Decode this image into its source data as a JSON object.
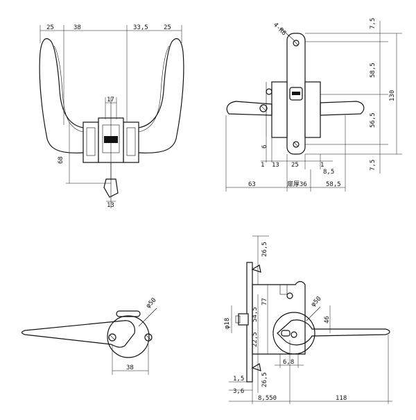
{
  "views": {
    "front": {
      "top_dims": [
        "25",
        "38",
        "33,5",
        "25"
      ],
      "center_dim": "17",
      "side_dim": "68",
      "bottom_dim": "13"
    },
    "side": {
      "screw_note": "4-R6",
      "top_dims": [
        "7,5",
        "58,5",
        "56,5",
        "7,5"
      ],
      "total_dim": "130",
      "small_dims": [
        "6",
        "1",
        "13",
        "25",
        "1",
        "8,5"
      ],
      "bottom_dims": [
        "63",
        "扉厚36",
        "58,5"
      ]
    },
    "lever": {
      "rose_dim": "φ50",
      "bottom_dim": "38"
    },
    "lock": {
      "top_dim": "26,5",
      "rose_dim": "φ50",
      "dims": [
        "φ18",
        "54,5",
        "77",
        "46",
        "22,5",
        "6,8",
        "26,5",
        "1,5",
        "3,6",
        "8,550",
        "118"
      ]
    }
  }
}
